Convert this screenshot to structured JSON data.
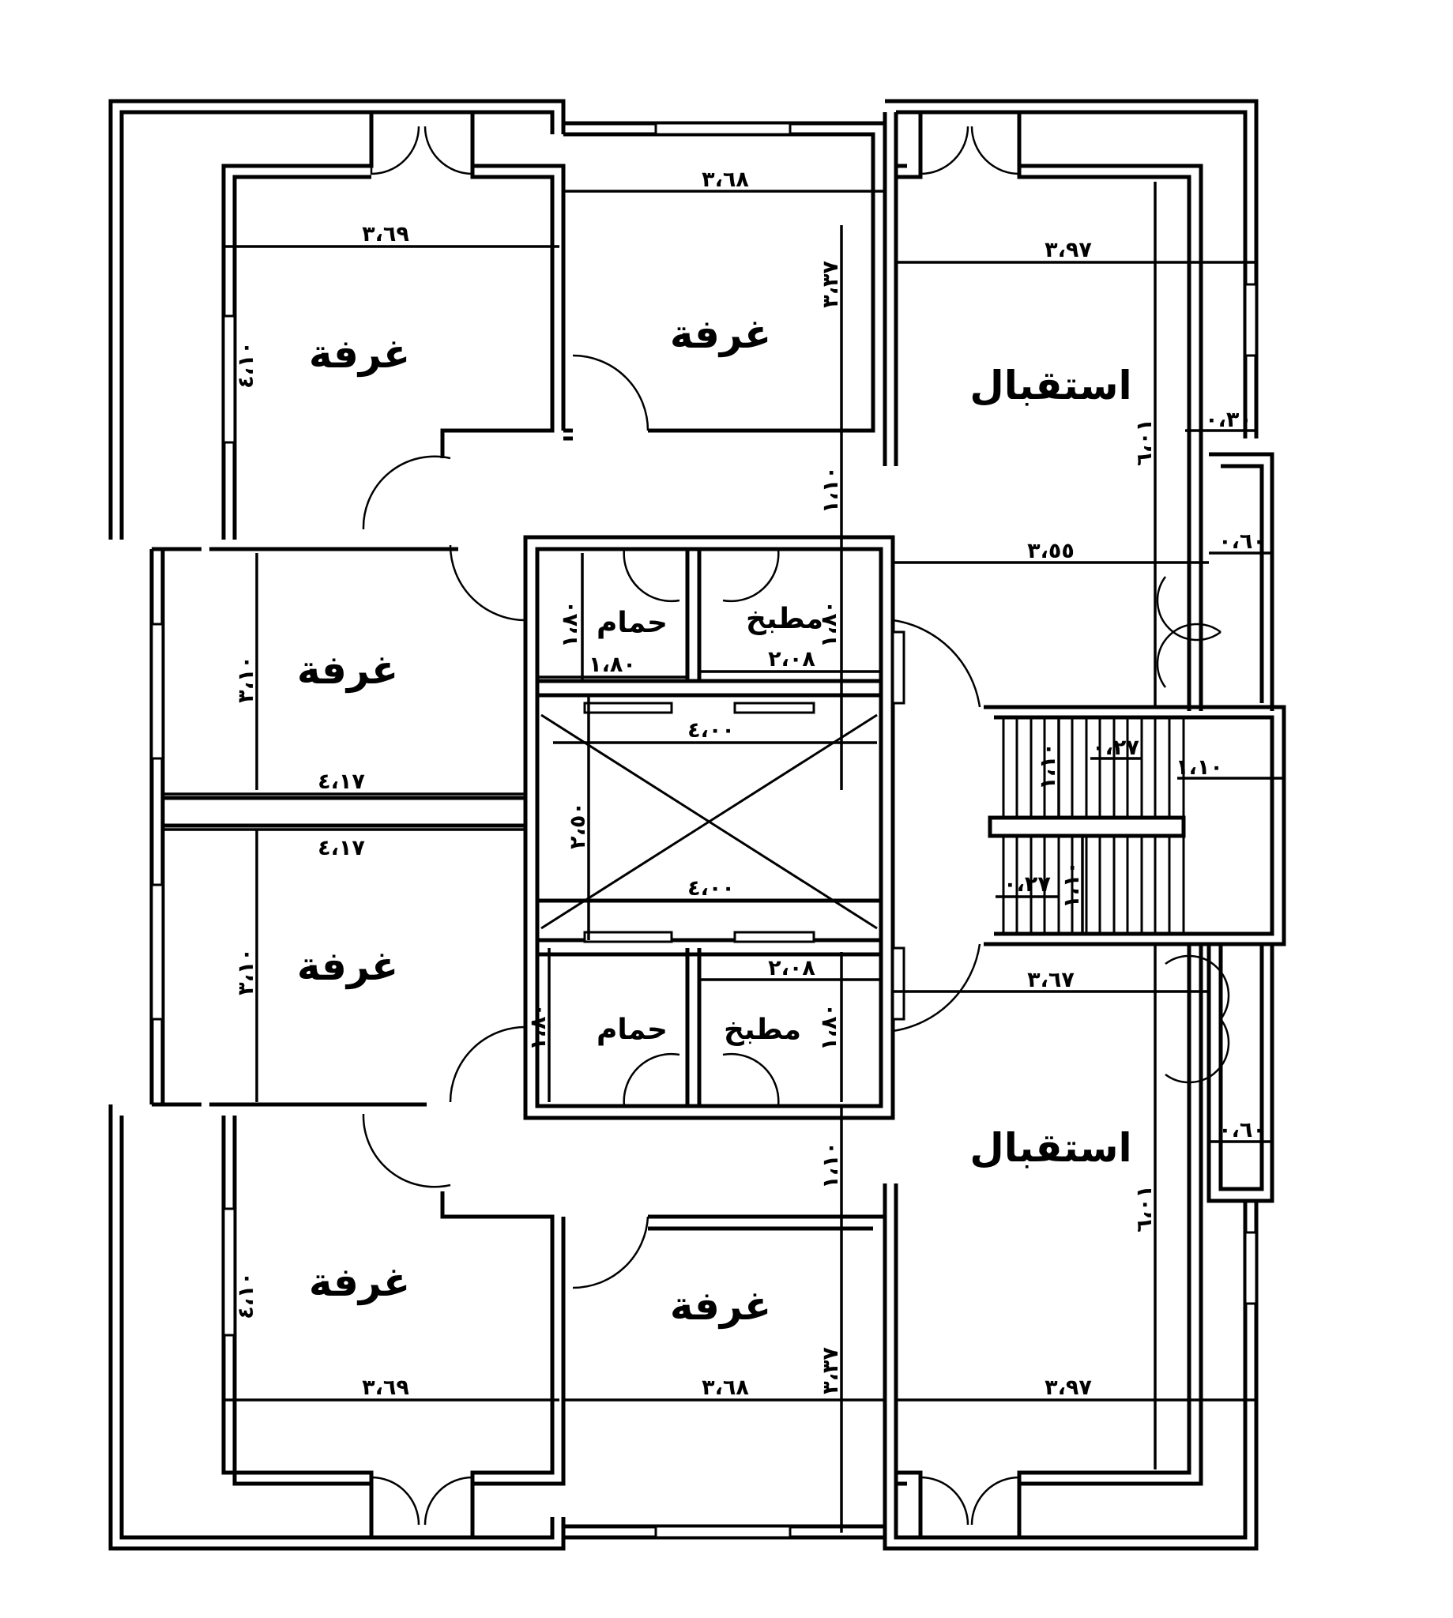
{
  "rooms": {
    "room": "غرفة",
    "reception": "استقبال",
    "bathroom": "حمام",
    "kitchen": "مطبخ"
  },
  "dimensions": {
    "d_369": "٣،٦٩",
    "d_368": "٣،٦٨",
    "d_397": "٣،٩٧",
    "d_337": "٣،٣٧",
    "d_410": "٤،١٠",
    "d_110": "١،١٠",
    "d_601": "٦،٠١",
    "d_355": "٣،٥٥",
    "d_367": "٣،٦٧",
    "d_310": "٣،١٠",
    "d_417": "٤،١٧",
    "d_180": "١،٨٠",
    "d_208": "٢،٠٨",
    "d_400": "٤،٠٠",
    "d_250": "٢،٥٠",
    "d_030": "٠،٣٠",
    "d_060": "٠،٦٠",
    "d_027": "٠،٢٧",
    "d_110s": "١،١٠"
  }
}
